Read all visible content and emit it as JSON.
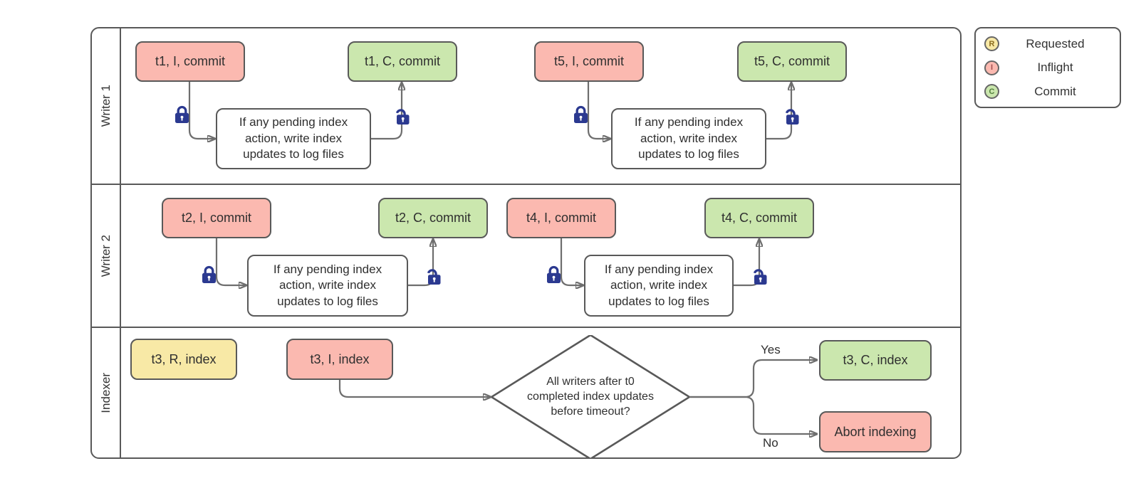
{
  "lanes": [
    {
      "label": "Writer 1"
    },
    {
      "label": "Writer 2"
    },
    {
      "label": "Indexer"
    }
  ],
  "nodes": {
    "t1_i": "t1, I, commit",
    "t1_c": "t1, C, commit",
    "t5_i": "t5, I, commit",
    "t5_c": "t5, C, commit",
    "t2_i": "t2, I, commit",
    "t2_c": "t2, C, commit",
    "t4_i": "t4, I, commit",
    "t4_c": "t4, C, commit",
    "t3_r": "t3, R, index",
    "t3_i": "t3, I, index",
    "t3_c": "t3, C, index",
    "abort": "Abort indexing"
  },
  "shared": {
    "pending_lines": [
      "If any pending index",
      "action, write index",
      "updates to log files"
    ],
    "decision_lines": [
      "All writers after t0",
      "completed index updates",
      "before timeout?"
    ]
  },
  "edges": {
    "yes_label": "Yes",
    "no_label": "No"
  },
  "legend": {
    "items": [
      {
        "symbol": "R",
        "label": "Requested",
        "fill": "#f8e9a6"
      },
      {
        "symbol": "I",
        "label": "Inflight",
        "fill": "#fbb9b0"
      },
      {
        "symbol": "C",
        "label": "Commit",
        "fill": "#cbe7ae"
      }
    ]
  },
  "colors": {
    "requested": "#f8e9a6",
    "inflight": "#fbb9b0",
    "commit": "#cbe7ae",
    "lock": "#2b3990",
    "border": "#595959",
    "connector": "#6e6e6e"
  }
}
